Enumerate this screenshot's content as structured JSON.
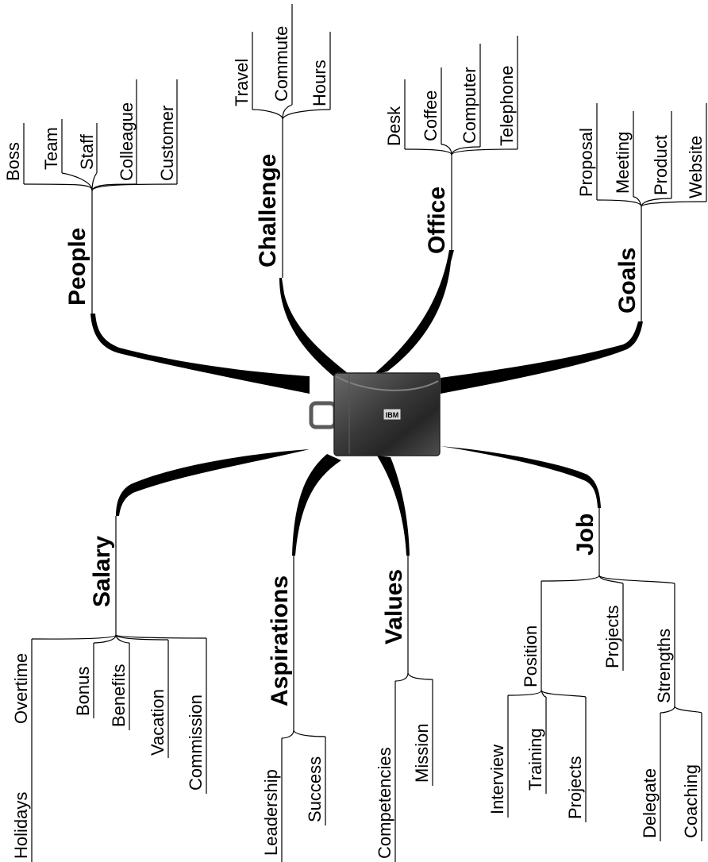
{
  "center": {
    "icon": "briefcase-icon",
    "label": "IBM"
  },
  "branches": {
    "people": {
      "label": "People",
      "children": [
        "Boss",
        "Team",
        "Staff",
        "Colleague",
        "Customer"
      ]
    },
    "challenge": {
      "label": "Challenge",
      "children": [
        "Travel",
        "Commute",
        "Hours"
      ]
    },
    "office": {
      "label": "Office",
      "children": [
        "Desk",
        "Coffee",
        "Computer",
        "Telephone"
      ]
    },
    "goals": {
      "label": "Goals",
      "children": [
        "Proposal",
        "Meeting",
        "Product",
        "Website"
      ]
    },
    "salary": {
      "label": "Salary",
      "children": [
        "Holidays",
        "Overtime",
        "Bonus",
        "Benefits",
        "Vacation",
        "Commission"
      ]
    },
    "aspirations": {
      "label": "Aspirations",
      "children": [
        "Leadership",
        "Success"
      ]
    },
    "values": {
      "label": "Values",
      "children": [
        "Competencies",
        "Mission"
      ]
    },
    "job": {
      "label": "Job",
      "position": {
        "label": "Position",
        "children": [
          "Interview",
          "Training",
          "Projects"
        ]
      },
      "projects": {
        "label": "Projects"
      },
      "strengths": {
        "label": "Strengths",
        "children": [
          "Delegate",
          "Coaching"
        ]
      }
    }
  }
}
